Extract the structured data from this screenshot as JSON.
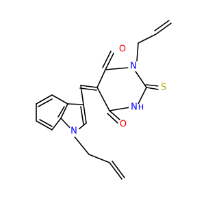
{
  "structure": {
    "atoms": [
      {
        "id": "O_top",
        "symbol": "O",
        "color": "#ff0000"
      },
      {
        "id": "N_top",
        "symbol": "N",
        "color": "#0000ff"
      },
      {
        "id": "S",
        "symbol": "S",
        "color": "#b3a800"
      },
      {
        "id": "N_H",
        "symbol": "N",
        "color": "#0000ff"
      },
      {
        "id": "H",
        "symbol": "H",
        "color": "#0000ff"
      },
      {
        "id": "O_bottom",
        "symbol": "O",
        "color": "#ff0000"
      },
      {
        "id": "N_indole",
        "symbol": "N",
        "color": "#0000ff"
      }
    ]
  }
}
